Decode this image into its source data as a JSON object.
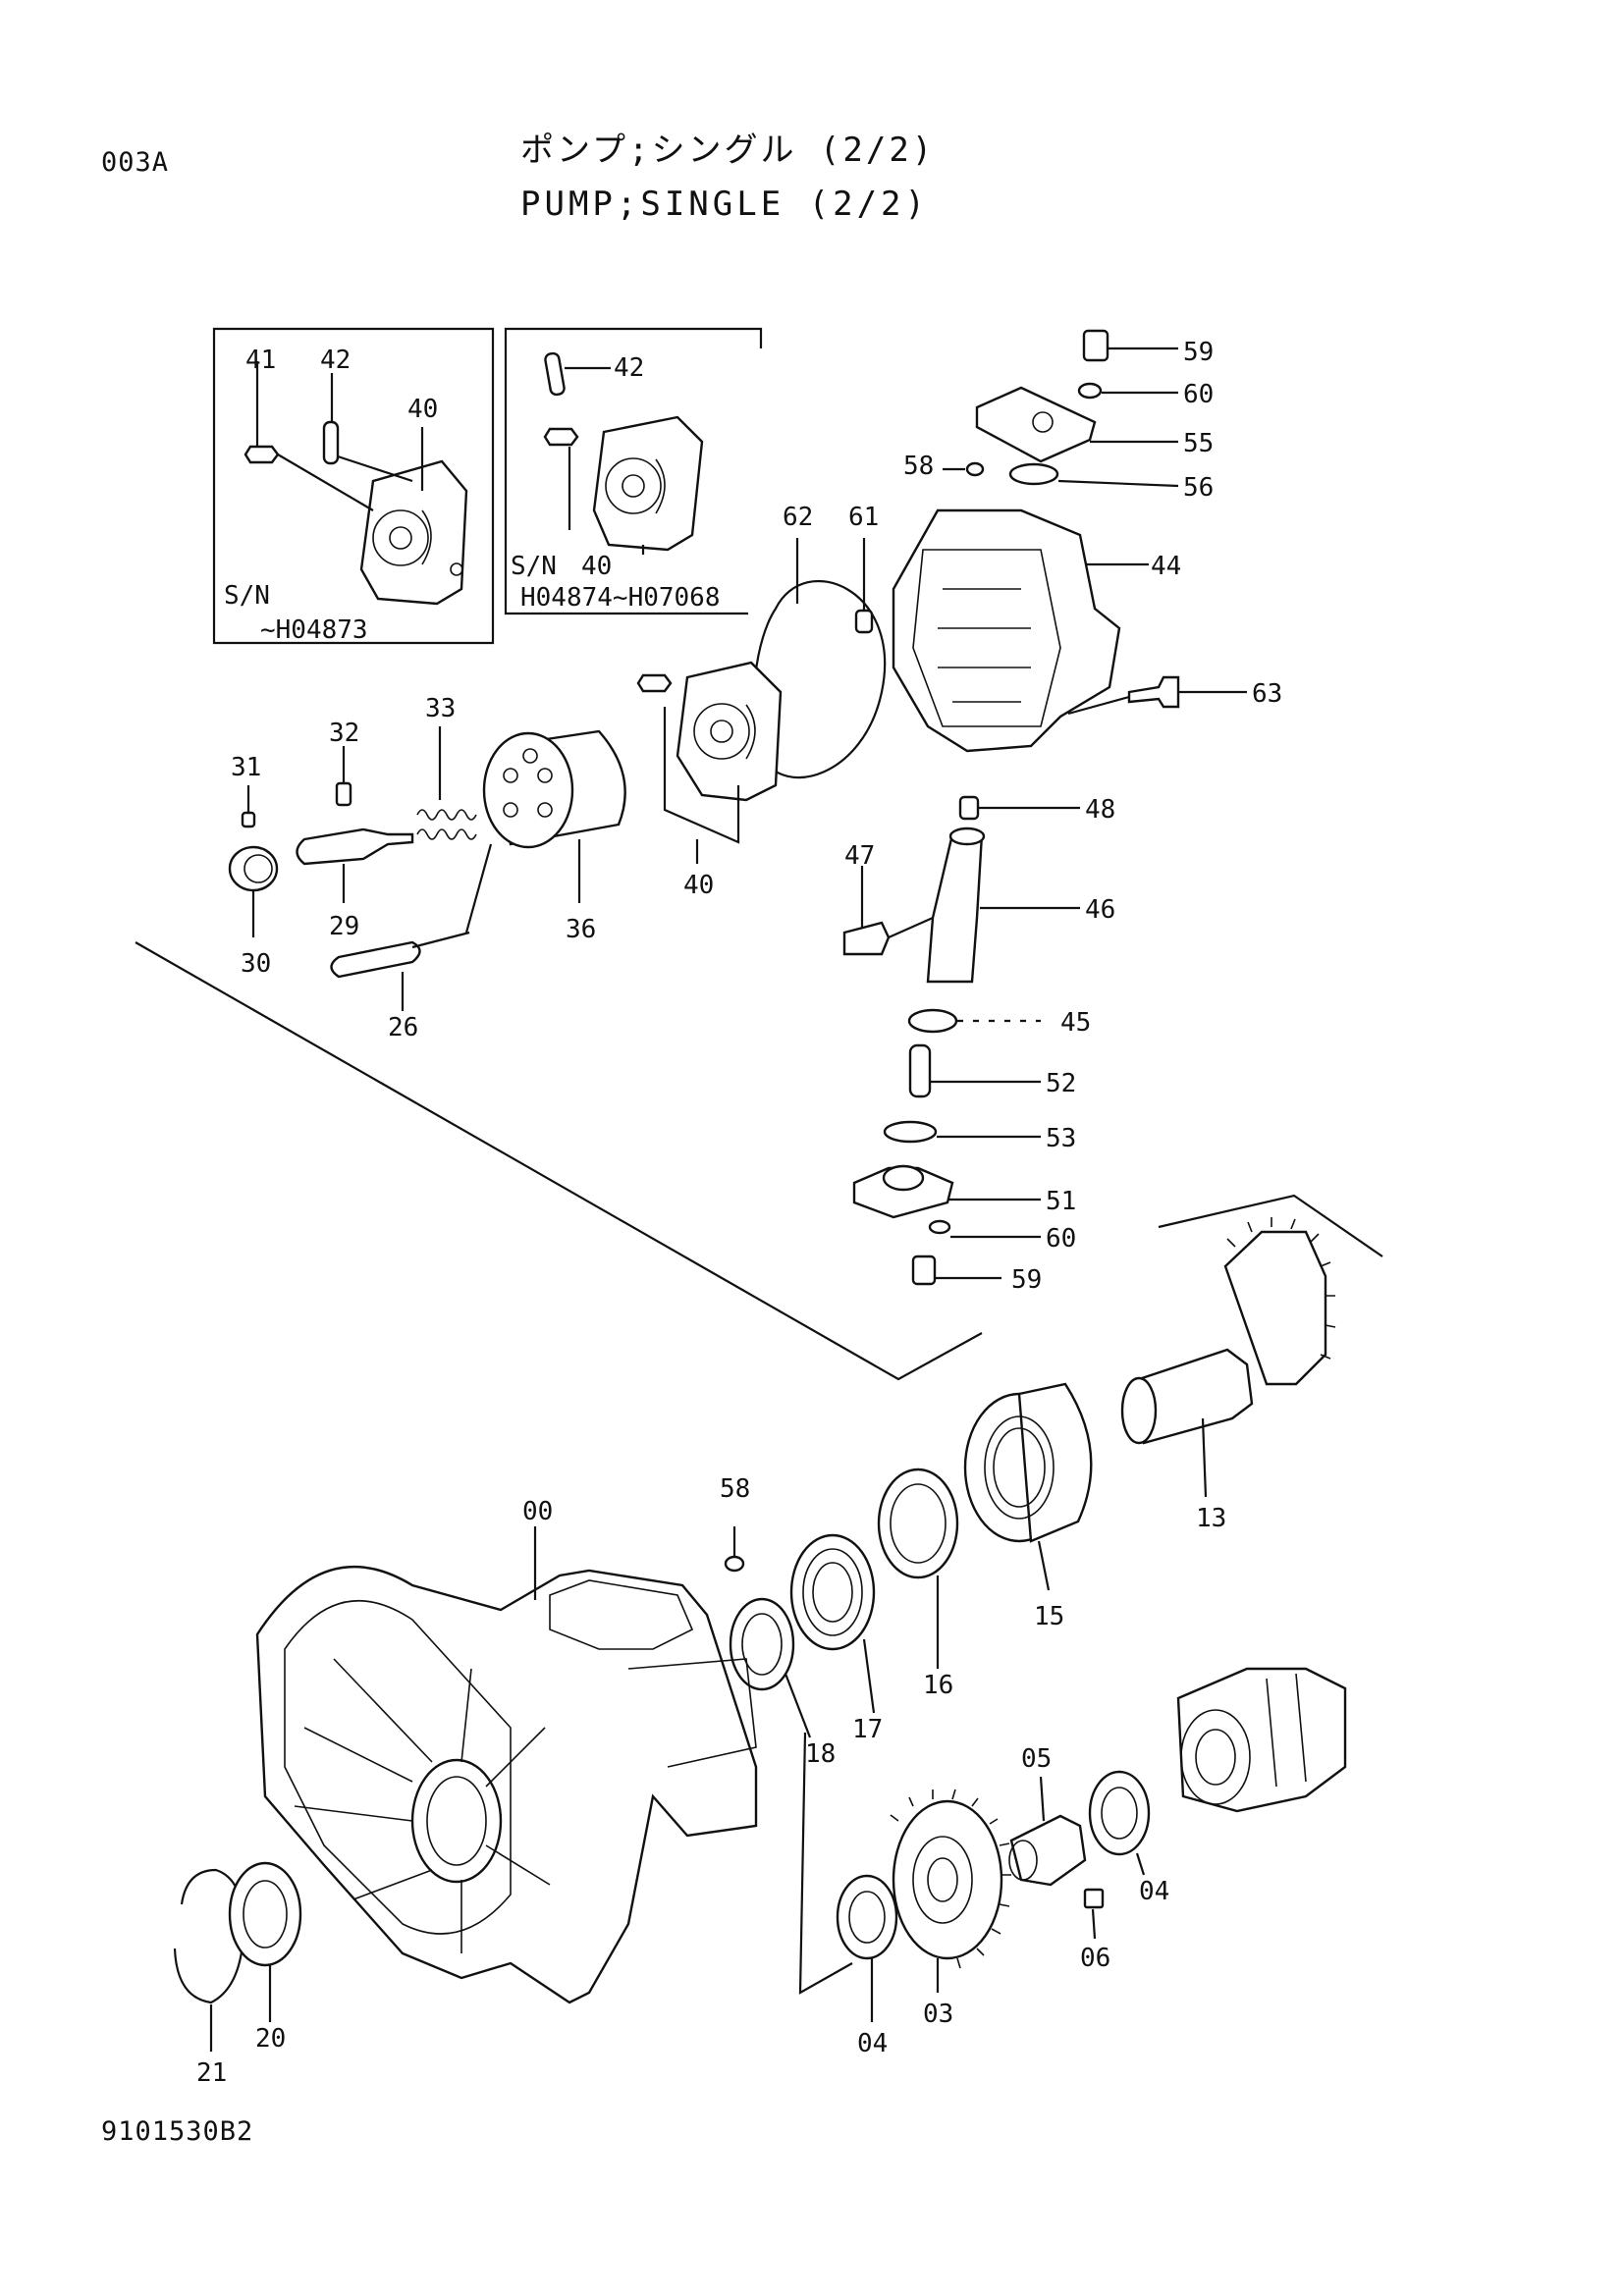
{
  "header": {
    "page_code": "003A",
    "title_jp": "ポンプ;シングル (2/2)",
    "title_en": "PUMP;SINGLE (2/2)"
  },
  "footer": {
    "drawing_no": "9101530B2"
  },
  "inset_left": {
    "sn_label": "S/N",
    "sn_range": "~H04873"
  },
  "inset_right": {
    "sn_label": "S/N",
    "sn_range": "H04874~H07068"
  },
  "callouts": {
    "inset_left": [
      "41",
      "42",
      "40"
    ],
    "inset_right": [
      "42",
      "40"
    ],
    "upper_right": [
      "59",
      "60",
      "55",
      "56",
      "58",
      "62",
      "61",
      "44",
      "63",
      "48",
      "47",
      "46",
      "45",
      "52",
      "53",
      "51",
      "60",
      "59"
    ],
    "upper_left": [
      "31",
      "32",
      "33",
      "30",
      "29",
      "36",
      "26",
      "40"
    ],
    "lower": [
      "13",
      "00",
      "58",
      "15",
      "16",
      "17",
      "18",
      "05",
      "04",
      "06",
      "03",
      "04",
      "20",
      "21"
    ]
  }
}
